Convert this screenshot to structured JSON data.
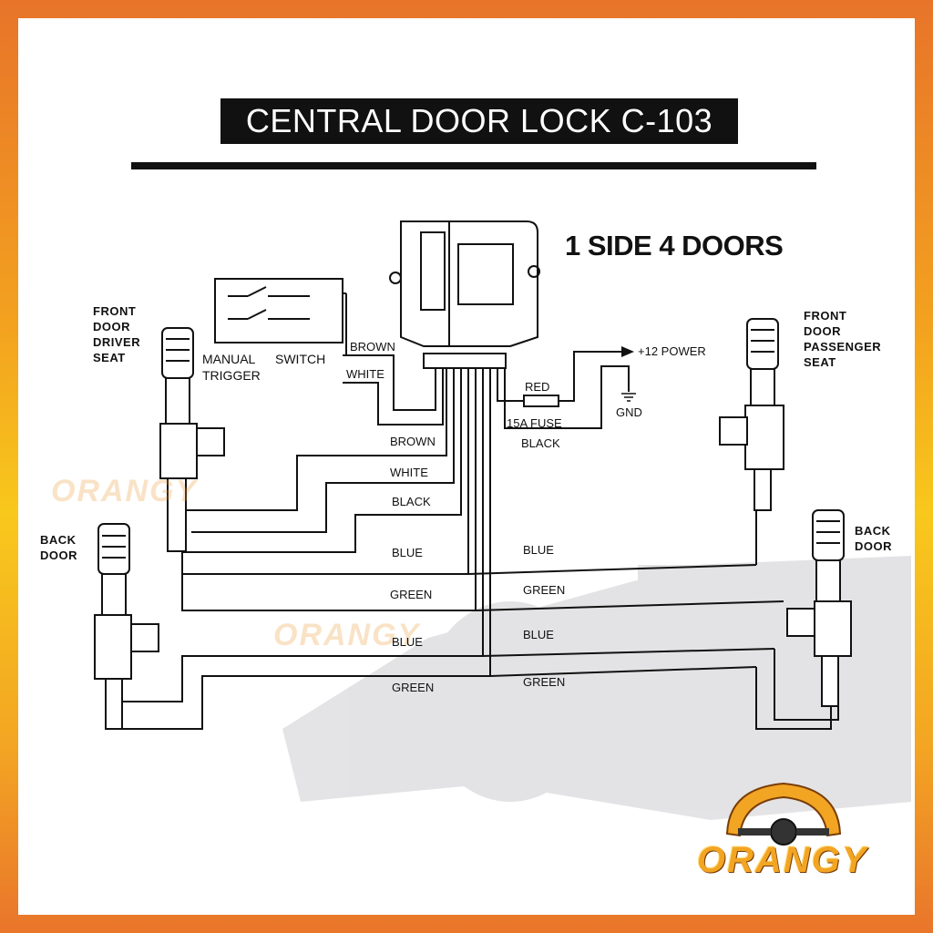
{
  "title": "CENTRAL DOOR LOCK C-103",
  "subtitle": "1 SIDE 4 DOORS",
  "doors": {
    "front_driver": [
      "FRONT",
      "DOOR",
      "DRIVER",
      "SEAT"
    ],
    "front_passenger": [
      "FRONT",
      "DOOR",
      "PASSENGER",
      "SEAT"
    ],
    "back_left": [
      "BACK",
      "DOOR"
    ],
    "back_right": [
      "BACK",
      "DOOR"
    ]
  },
  "switch": {
    "label_manual": "MANUAL",
    "label_trigger": "TRIGGER",
    "label_switch": "SWITCH"
  },
  "power": {
    "plus12": "+12 POWER",
    "gnd": "GND",
    "fuse": "15A FUSE",
    "red": "RED",
    "black": "BLACK"
  },
  "wires": {
    "switch_brown": "BROWN",
    "switch_white": "WHITE",
    "brown": "BROWN",
    "white": "WHITE",
    "black": "BLACK",
    "blue_left_1": "BLUE",
    "blue_right_1": "BLUE",
    "green_left_1": "GREEN",
    "green_right_1": "GREEN",
    "blue_left_2": "BLUE",
    "blue_right_2": "BLUE",
    "green_left_2": "GREEN",
    "green_right_2": "GREEN"
  },
  "brand": "ORANGY",
  "colors": {
    "frame_top": "#e8742a",
    "frame_mid": "#f8c81c",
    "brand": "#f2a523",
    "ink": "#111111"
  }
}
